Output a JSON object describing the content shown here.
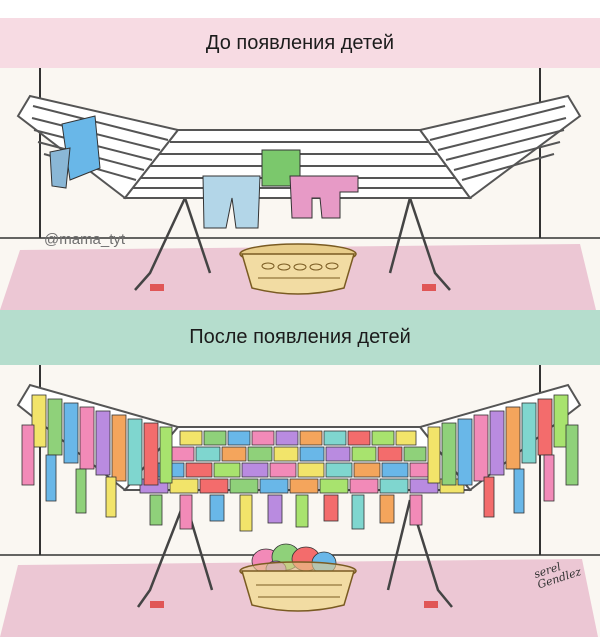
{
  "top": {
    "title": "До появления детей",
    "watermark": "@mama_tyt"
  },
  "bottom": {
    "title": "После появления детей",
    "signature_lines": [
      "serel",
      "Gendlez"
    ]
  },
  "colors": {
    "top_banner": "#f7dbe3",
    "bottom_banner": "#b5ddcd",
    "rug": "#ecc7d4",
    "wall": "#faf7f2",
    "basket": "#f2dca3",
    "clothes": [
      "#f2e46a",
      "#8fd17a",
      "#69b7e8",
      "#f28ab8",
      "#b98be0",
      "#f4a55c",
      "#7fd6cf",
      "#f36c6c",
      "#a8e36e"
    ]
  }
}
